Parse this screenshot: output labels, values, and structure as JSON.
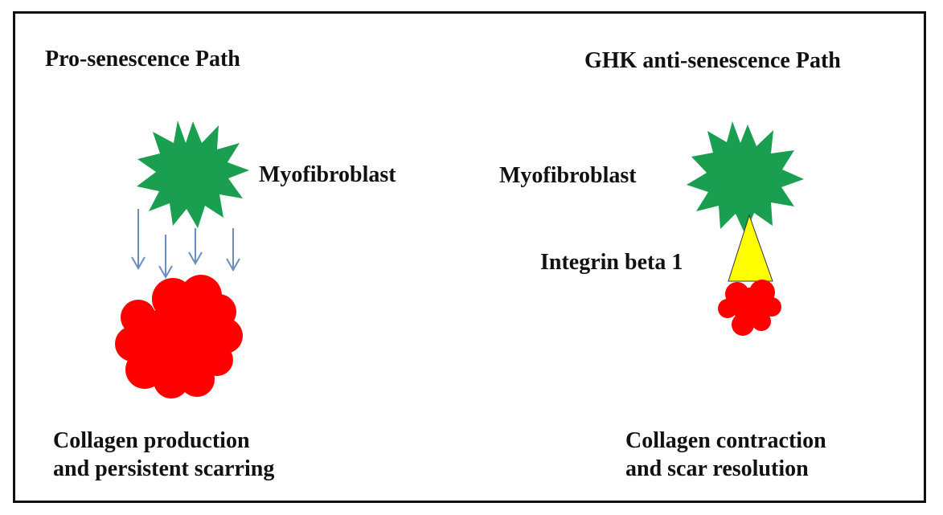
{
  "left_panel": {
    "title": "Pro-senescence Path",
    "cell_label": "Myofibroblast",
    "caption_line1": "Collagen production",
    "caption_line2": "and persistent scarring"
  },
  "right_panel": {
    "title": "GHK anti-senescence Path",
    "cell_label": "Myofibroblast",
    "integrin_label": "Integrin beta 1",
    "caption_line1": "Collagen contraction",
    "caption_line2": "and scar resolution"
  },
  "colors": {
    "cell": "#1a9e4f",
    "collagen": "#ff0000",
    "integrin": "#ffff00",
    "arrow": "#6b8ec2",
    "border": "#111111"
  },
  "icons": [
    "starburst-icon",
    "collagen-blob-icon",
    "arrow-down-icon",
    "triangle-icon"
  ]
}
